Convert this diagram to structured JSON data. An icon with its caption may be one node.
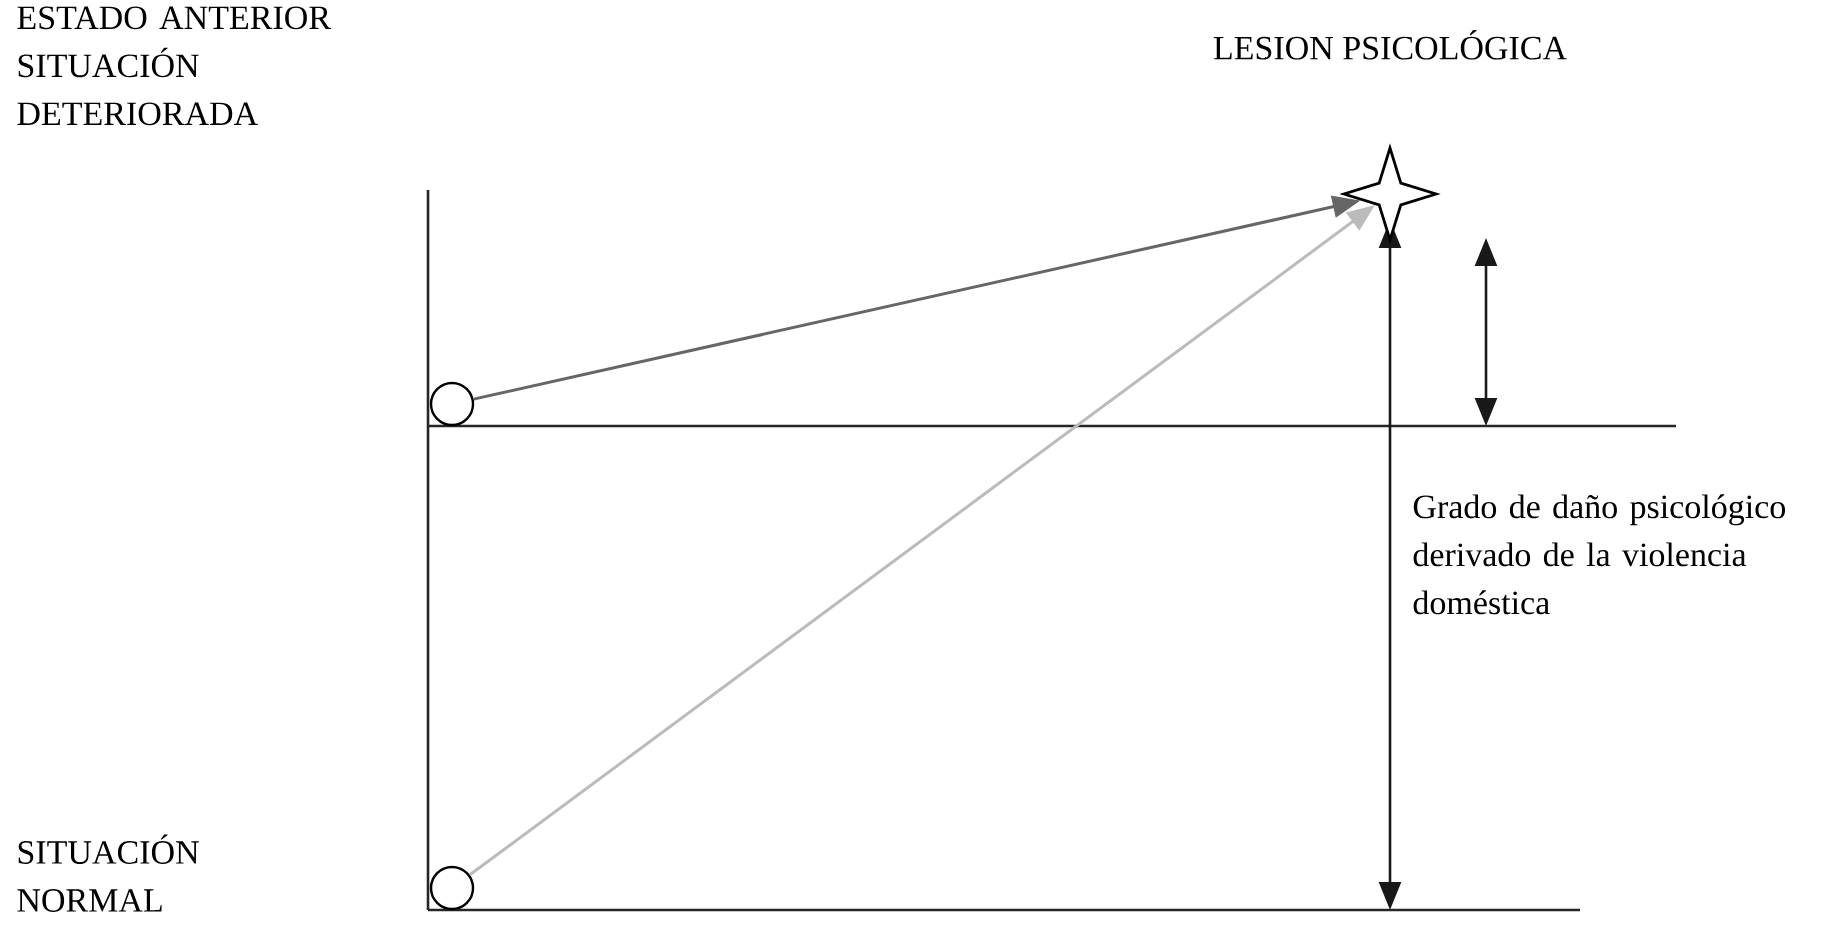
{
  "diagram": {
    "nodes": [
      {
        "text": [],
        "shape": "circle"
      },
      {
        "text": [],
        "shape": "circle"
      },
      {
        "text": [],
        "shape": "star",
        "beside": [
          "LESION PSICOLÓGICA"
        ]
      }
    ],
    "edges": [
      {
        "from": 0,
        "to": 2,
        "arrow": "to",
        "color": "#666666"
      },
      {
        "from": 1,
        "to": 2,
        "arrow": "to",
        "color": "#bbbbbb"
      }
    ],
    "labels": [
      "ESTADO ANTERIOR SITUACIÓN DETERIORADA",
      "SITUACIÓN NORMAL",
      "Grado de daño psicológico derivado de la violencia doméstica"
    ]
  }
}
